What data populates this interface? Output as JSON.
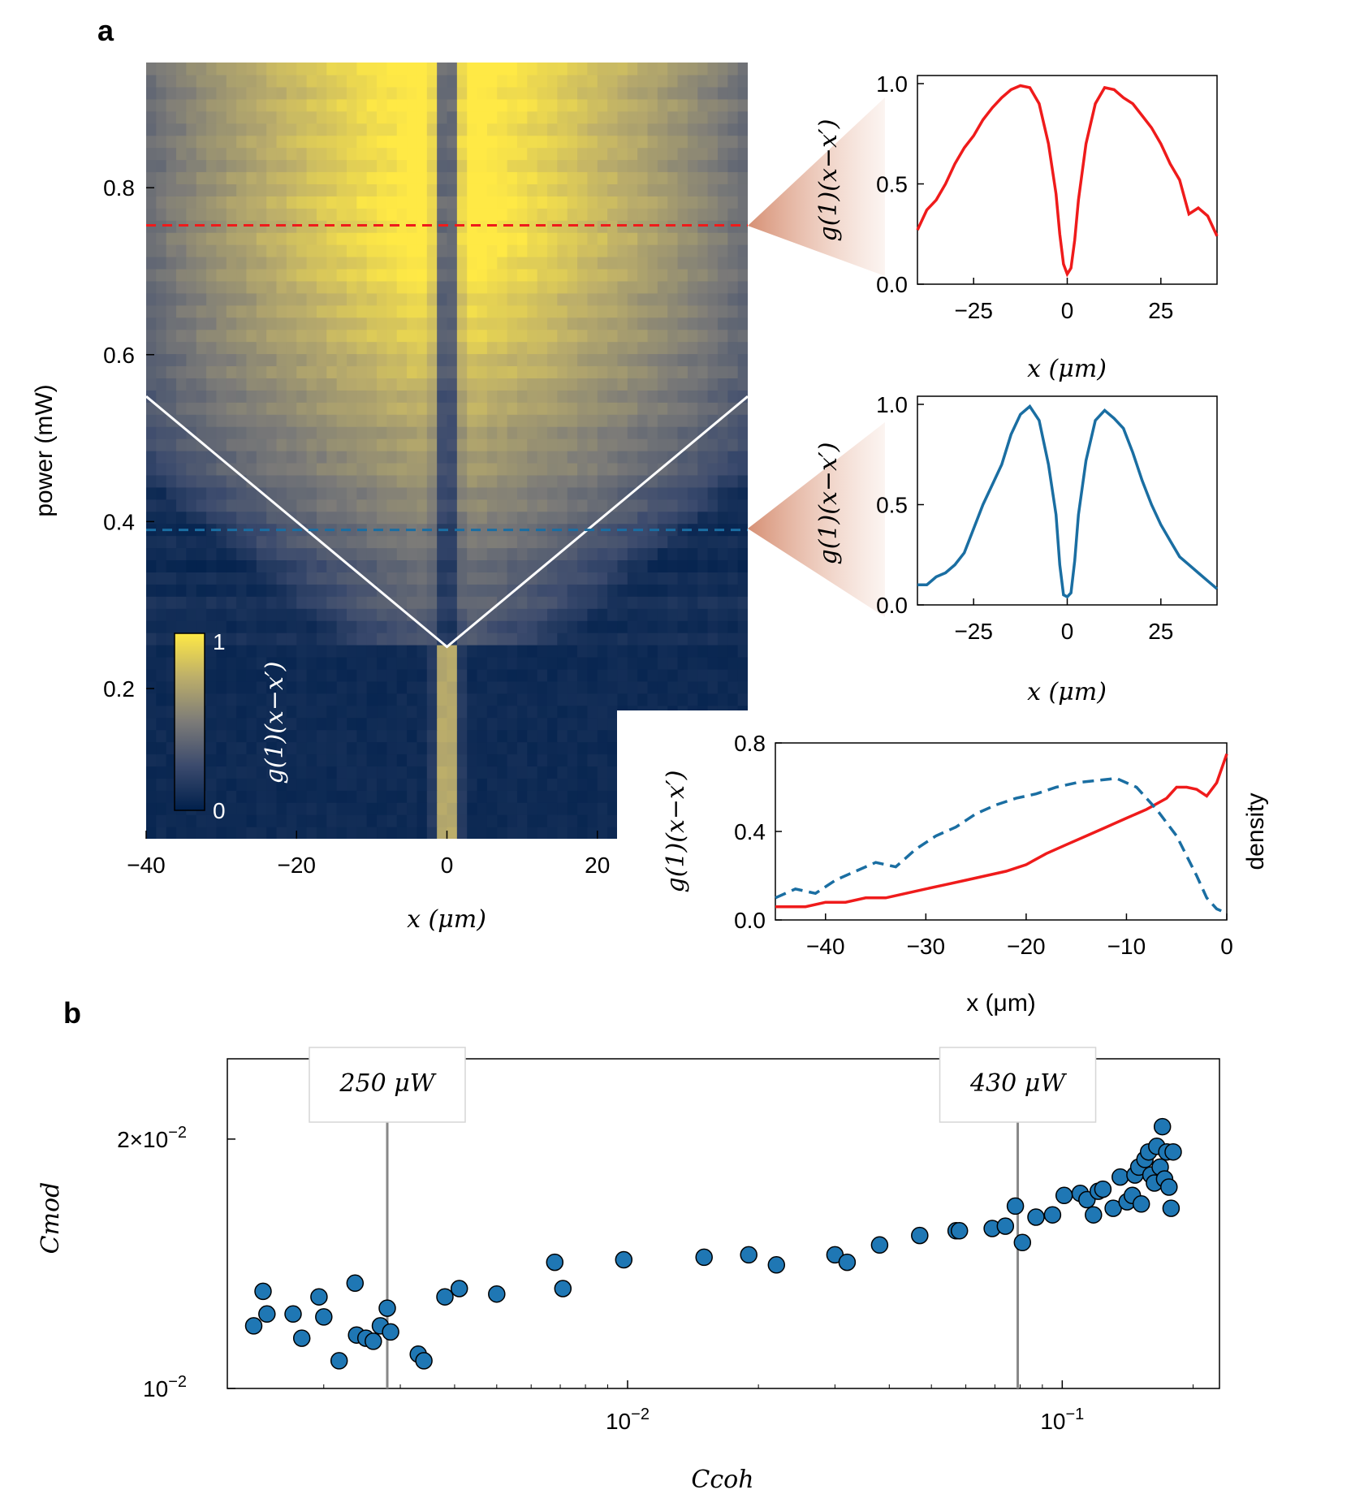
{
  "panel_labels": [
    "a",
    "b"
  ],
  "colors": {
    "red": "#ef1b1b",
    "blue": "#1a6ea2",
    "scatter_fill": "#1f77b4",
    "vline": "#888888",
    "cmap_low": "#00204c",
    "cmap_mid": "#7c7b78",
    "cmap_high": "#ffe945"
  },
  "chart_data": [
    {
      "id": "heatmap",
      "type": "heatmap",
      "xlabel": "x (μm)",
      "ylabel": "power (mW)",
      "xlim": [
        -40,
        40
      ],
      "ylim": [
        0.02,
        0.95
      ],
      "xticks": [
        -40,
        -20,
        0,
        20
      ],
      "yticks": [
        0.2,
        0.4,
        0.6,
        0.8
      ],
      "colorbar": {
        "label": "g(1)(x−x′)",
        "min": 0,
        "max": 1,
        "tick_labels": [
          "0",
          "1"
        ]
      },
      "threshold_power": 0.25,
      "v_lines": [
        {
          "points": [
            [
              -40,
              0.55
            ],
            [
              0,
              0.25
            ],
            [
              40,
              0.55
            ]
          ],
          "color": "white"
        }
      ],
      "cut_lines": [
        {
          "power": 0.755,
          "color": "red"
        },
        {
          "power": 0.39,
          "color": "blue"
        }
      ]
    },
    {
      "id": "profile-high",
      "type": "line",
      "xlabel": "x (μm)",
      "ylabel": "g(1)(x−x′)",
      "xlim": [
        -40,
        40
      ],
      "ylim": [
        0,
        1
      ],
      "xticks": [
        -25,
        0,
        25
      ],
      "yticks": [
        0.0,
        0.5,
        1.0
      ],
      "xtick_labels": [
        "−25",
        "0",
        "25"
      ],
      "ytick_labels": [
        "0.0",
        "0.5",
        "1.0"
      ],
      "x": [
        -40,
        -37.5,
        -35,
        -32.5,
        -30,
        -27.5,
        -25,
        -22.5,
        -20,
        -17.5,
        -15,
        -12.5,
        -10,
        -7.5,
        -5,
        -3,
        -2,
        -1,
        0,
        1,
        2,
        3,
        5,
        7.5,
        10,
        12.5,
        15,
        17.5,
        20,
        22.5,
        25,
        27.5,
        30,
        32.5,
        35,
        37.5,
        40
      ],
      "values": [
        0.27,
        0.37,
        0.42,
        0.5,
        0.6,
        0.68,
        0.74,
        0.82,
        0.88,
        0.93,
        0.97,
        0.99,
        0.98,
        0.9,
        0.7,
        0.45,
        0.25,
        0.1,
        0.05,
        0.08,
        0.22,
        0.42,
        0.7,
        0.9,
        0.98,
        0.97,
        0.93,
        0.9,
        0.84,
        0.78,
        0.7,
        0.6,
        0.52,
        0.35,
        0.38,
        0.34,
        0.24
      ],
      "color": "red"
    },
    {
      "id": "profile-low",
      "type": "line",
      "xlabel": "x (μm)",
      "ylabel": "g(1)(x−x′)",
      "xlim": [
        -40,
        40
      ],
      "ylim": [
        0,
        1
      ],
      "xticks": [
        -25,
        0,
        25
      ],
      "yticks": [
        0.0,
        0.5,
        1.0
      ],
      "xtick_labels": [
        "−25",
        "0",
        "25"
      ],
      "ytick_labels": [
        "0.0",
        "0.5",
        "1.0"
      ],
      "x": [
        -40,
        -37.5,
        -35,
        -32.5,
        -30,
        -27.5,
        -25,
        -22.5,
        -20,
        -17.5,
        -15,
        -12.5,
        -10,
        -7.5,
        -5,
        -3,
        -2,
        -1,
        0,
        1,
        2,
        3,
        5,
        7.5,
        10,
        12.5,
        15,
        17.5,
        20,
        22.5,
        25,
        27.5,
        30,
        32.5,
        35,
        37.5,
        40
      ],
      "values": [
        0.1,
        0.1,
        0.14,
        0.16,
        0.2,
        0.26,
        0.38,
        0.5,
        0.6,
        0.7,
        0.85,
        0.95,
        0.99,
        0.92,
        0.7,
        0.45,
        0.2,
        0.05,
        0.04,
        0.06,
        0.22,
        0.45,
        0.72,
        0.92,
        0.97,
        0.93,
        0.88,
        0.76,
        0.62,
        0.5,
        0.4,
        0.32,
        0.24,
        0.2,
        0.16,
        0.12,
        0.08
      ],
      "color": "blue"
    },
    {
      "id": "coherence-density",
      "type": "line",
      "xlabel": "x (μm)",
      "ylabel": "g(1)(x−x′)",
      "ylabel_right": "density",
      "xlim": [
        -45,
        0
      ],
      "ylim": [
        0,
        0.8
      ],
      "xticks": [
        -40,
        -30,
        -20,
        -10,
        0
      ],
      "yticks": [
        0.0,
        0.4,
        0.8
      ],
      "xtick_labels": [
        "−40",
        "−30",
        "−20",
        "−10",
        "0"
      ],
      "ytick_labels": [
        "0.0",
        "0.4",
        "0.8"
      ],
      "series": [
        {
          "style": "solid",
          "color": "red",
          "x": [
            -45,
            -42,
            -40,
            -38,
            -36,
            -34,
            -32,
            -30,
            -28,
            -26,
            -24,
            -22,
            -20,
            -18,
            -16,
            -14,
            -12,
            -10,
            -8,
            -6,
            -5,
            -4,
            -3,
            -2,
            -1,
            0
          ],
          "values": [
            0.06,
            0.06,
            0.08,
            0.08,
            0.1,
            0.1,
            0.12,
            0.14,
            0.16,
            0.18,
            0.2,
            0.22,
            0.25,
            0.3,
            0.34,
            0.38,
            0.42,
            0.46,
            0.5,
            0.55,
            0.6,
            0.6,
            0.59,
            0.56,
            0.62,
            0.75
          ]
        },
        {
          "style": "dashed",
          "color": "blue",
          "x": [
            -45,
            -43,
            -41,
            -39,
            -37,
            -35,
            -33,
            -31,
            -29,
            -27,
            -25,
            -23,
            -21,
            -19,
            -17,
            -15,
            -13,
            -11,
            -9,
            -7,
            -5,
            -3,
            -2,
            -1,
            0
          ],
          "values": [
            0.1,
            0.14,
            0.12,
            0.18,
            0.22,
            0.26,
            0.24,
            0.32,
            0.38,
            0.42,
            0.48,
            0.52,
            0.55,
            0.57,
            0.6,
            0.62,
            0.63,
            0.64,
            0.6,
            0.5,
            0.38,
            0.2,
            0.1,
            0.05,
            0.03
          ]
        }
      ]
    },
    {
      "id": "scatter-cmod",
      "type": "scatter",
      "xlabel": "Ccoh",
      "ylabel": "Cmod",
      "xscale": "log",
      "yscale": "log",
      "xlim": [
        0.0012,
        0.23
      ],
      "ylim": [
        0.01,
        0.025
      ],
      "xticks": [
        0.01,
        0.1
      ],
      "xtick_labels": [
        "10−2",
        "10−1"
      ],
      "yticks": [
        0.01,
        0.02
      ],
      "ytick_labels": [
        "10−2",
        "2×10−2"
      ],
      "vlines": [
        {
          "x": 0.0028,
          "label": "250 μW"
        },
        {
          "x": 0.079,
          "label": "430 μW"
        }
      ],
      "x": [
        0.00138,
        0.00145,
        0.00148,
        0.0017,
        0.00178,
        0.00195,
        0.002,
        0.00217,
        0.00236,
        0.00238,
        0.0025,
        0.0026,
        0.0027,
        0.0028,
        0.00285,
        0.0033,
        0.0034,
        0.0038,
        0.0041,
        0.005,
        0.0068,
        0.0071,
        0.0098,
        0.015,
        0.019,
        0.022,
        0.03,
        0.032,
        0.038,
        0.047,
        0.057,
        0.058,
        0.069,
        0.074,
        0.078,
        0.081,
        0.087,
        0.095,
        0.101,
        0.11,
        0.114,
        0.118,
        0.121,
        0.124,
        0.131,
        0.136,
        0.141,
        0.145,
        0.147,
        0.15,
        0.152,
        0.155,
        0.158,
        0.16,
        0.163,
        0.165,
        0.168,
        0.17,
        0.172,
        0.174,
        0.176,
        0.178,
        0.18
      ],
      "values": [
        0.0119,
        0.0131,
        0.0123,
        0.0123,
        0.0115,
        0.0129,
        0.0122,
        0.0108,
        0.0134,
        0.0116,
        0.0115,
        0.0114,
        0.0119,
        0.0125,
        0.0117,
        0.011,
        0.0108,
        0.0129,
        0.0132,
        0.013,
        0.0142,
        0.0132,
        0.0143,
        0.0144,
        0.0145,
        0.0141,
        0.0145,
        0.0142,
        0.0149,
        0.0153,
        0.0155,
        0.0155,
        0.0156,
        0.0157,
        0.0166,
        0.015,
        0.0161,
        0.0162,
        0.0171,
        0.0172,
        0.0169,
        0.0162,
        0.0173,
        0.0174,
        0.0165,
        0.018,
        0.0168,
        0.0171,
        0.0181,
        0.0185,
        0.0167,
        0.0189,
        0.0193,
        0.0181,
        0.0177,
        0.0196,
        0.0185,
        0.0207,
        0.0179,
        0.0193,
        0.0175,
        0.0165,
        0.0193
      ]
    }
  ]
}
